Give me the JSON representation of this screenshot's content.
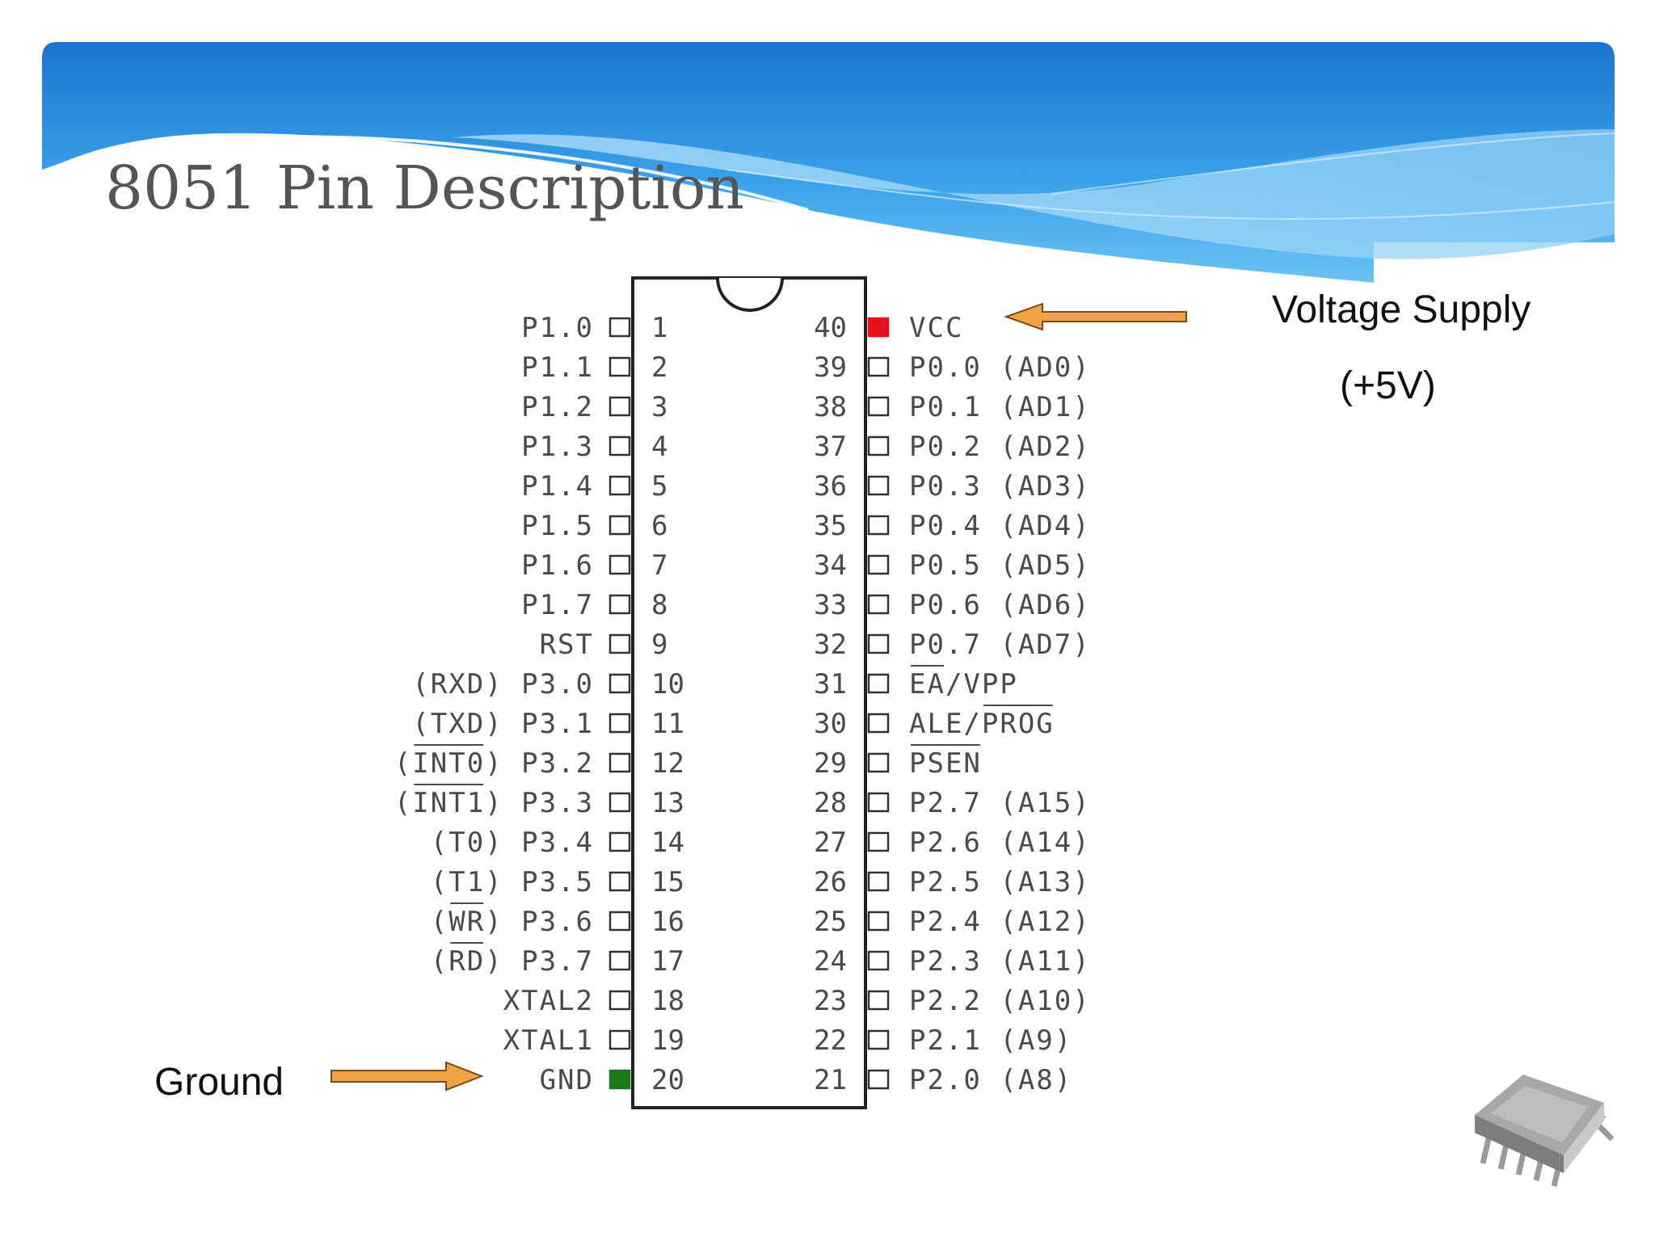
{
  "slide": {
    "title": "8051 Pin Description"
  },
  "annotations": {
    "voltage_supply_line1": "Voltage Supply",
    "voltage_supply_line2": "(+5V)",
    "ground": "Ground"
  },
  "colors": {
    "vcc_pin": "#e8101a",
    "gnd_pin": "#1a7a1a",
    "arrow": "#f0a245",
    "banner_dark": "#1a74d0",
    "banner_light": "#8fd0f6"
  },
  "icons": {
    "corner_logo": "chip-icon"
  },
  "pins": {
    "left": [
      {
        "num": "1",
        "label": "P1.0"
      },
      {
        "num": "2",
        "label": "P1.1"
      },
      {
        "num": "3",
        "label": "P1.2"
      },
      {
        "num": "4",
        "label": "P1.3"
      },
      {
        "num": "5",
        "label": "P1.4"
      },
      {
        "num": "6",
        "label": "P1.5"
      },
      {
        "num": "7",
        "label": "P1.6"
      },
      {
        "num": "8",
        "label": "P1.7"
      },
      {
        "num": "9",
        "label": "RST"
      },
      {
        "num": "10",
        "label": "(RXD) P3.0"
      },
      {
        "num": "11",
        "label": "(TXD) P3.1"
      },
      {
        "num": "12",
        "label": "(INT0) P3.2",
        "overline": "INT0"
      },
      {
        "num": "13",
        "label": "(INT1) P3.3",
        "overline": "INT1"
      },
      {
        "num": "14",
        "label": "(T0) P3.4"
      },
      {
        "num": "15",
        "label": "(T1) P3.5"
      },
      {
        "num": "16",
        "label": "(WR) P3.6",
        "overline": "WR"
      },
      {
        "num": "17",
        "label": "(RD) P3.7",
        "overline": "RD"
      },
      {
        "num": "18",
        "label": "XTAL2"
      },
      {
        "num": "19",
        "label": "XTAL1"
      },
      {
        "num": "20",
        "label": "GND",
        "marker": "gnd"
      }
    ],
    "right": [
      {
        "num": "40",
        "label": "VCC",
        "marker": "vcc"
      },
      {
        "num": "39",
        "label": "P0.0 (AD0)"
      },
      {
        "num": "38",
        "label": "P0.1 (AD1)"
      },
      {
        "num": "37",
        "label": "P0.2 (AD2)"
      },
      {
        "num": "36",
        "label": "P0.3 (AD3)"
      },
      {
        "num": "35",
        "label": "P0.4 (AD4)"
      },
      {
        "num": "34",
        "label": "P0.5 (AD5)"
      },
      {
        "num": "33",
        "label": "P0.6 (AD6)"
      },
      {
        "num": "32",
        "label": "P0.7 (AD7)"
      },
      {
        "num": "31",
        "label": "EA/VPP",
        "overline": "EA"
      },
      {
        "num": "30",
        "label": "ALE/PROG",
        "overline": "PROG"
      },
      {
        "num": "29",
        "label": "PSEN",
        "overline": "PSEN"
      },
      {
        "num": "28",
        "label": "P2.7 (A15)"
      },
      {
        "num": "27",
        "label": "P2.6 (A14)"
      },
      {
        "num": "26",
        "label": "P2.5 (A13)"
      },
      {
        "num": "25",
        "label": "P2.4 (A12)"
      },
      {
        "num": "24",
        "label": "P2.3 (A11)"
      },
      {
        "num": "23",
        "label": "P2.2 (A10)"
      },
      {
        "num": "22",
        "label": "P2.1 (A9)"
      },
      {
        "num": "21",
        "label": "P2.0 (A8)"
      }
    ]
  }
}
